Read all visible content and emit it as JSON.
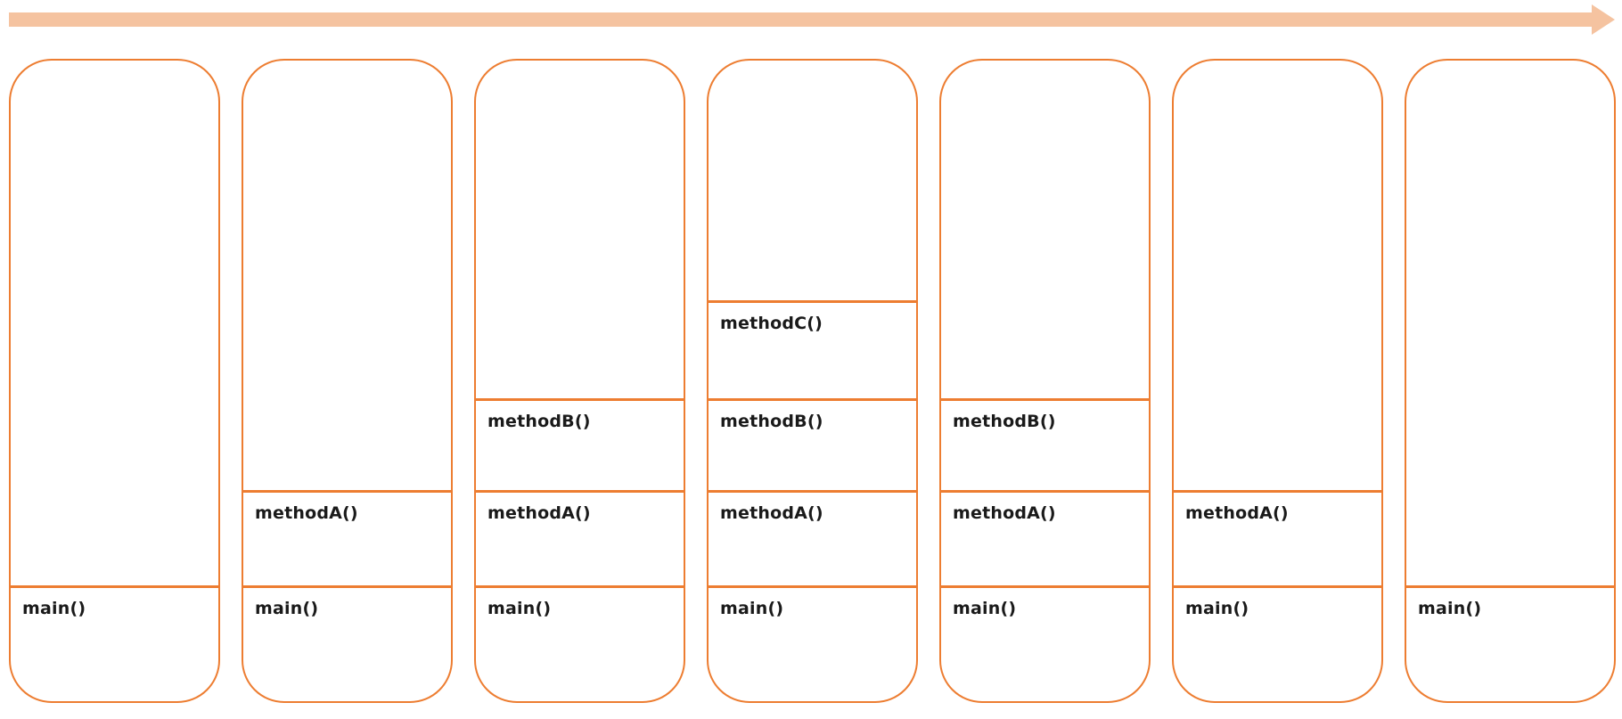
{
  "diagram": {
    "colors": {
      "accent": "#ED7D31",
      "arrow_fill": "#F5C3A0",
      "label_text": "#1A1A1A"
    },
    "time_arrow": {
      "direction": "right"
    },
    "columns": [
      {
        "frames": [
          "main()"
        ]
      },
      {
        "frames": [
          "main()",
          "methodA()"
        ]
      },
      {
        "frames": [
          "main()",
          "methodA()",
          "methodB()"
        ]
      },
      {
        "frames": [
          "main()",
          "methodA()",
          "methodB()",
          "methodC()"
        ]
      },
      {
        "frames": [
          "main()",
          "methodA()",
          "methodB()"
        ]
      },
      {
        "frames": [
          "main()",
          "methodA()"
        ]
      },
      {
        "frames": [
          "main()"
        ]
      }
    ]
  }
}
